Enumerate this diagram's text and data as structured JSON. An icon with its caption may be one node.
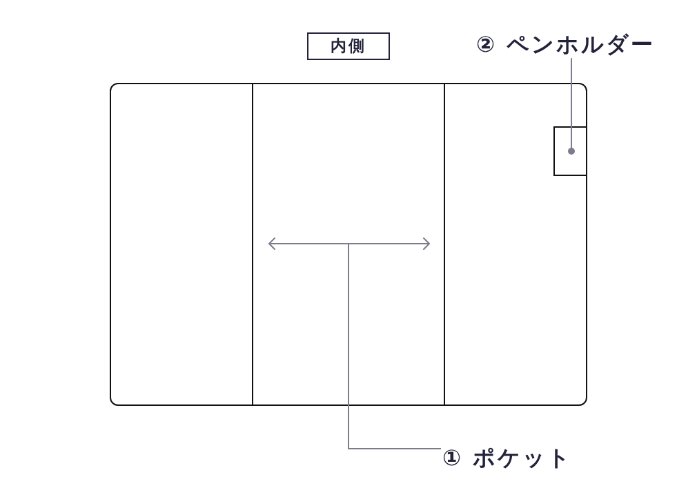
{
  "diagram": {
    "nodes": [
      {
        "text": [
          "内側"
        ]
      },
      {
        "text": [
          "② ペンホルダー"
        ]
      },
      {
        "text": [],
        "shape": "box"
      },
      {
        "text": [],
        "shape": "box",
        "in": 2
      },
      {
        "text": [],
        "shape": "arrow",
        "in": 2
      },
      {
        "text": [
          "① ポケット"
        ]
      }
    ],
    "edges": [
      {
        "from": 1,
        "to": 3,
        "arrow": "other"
      },
      {
        "from": 5,
        "to": 4,
        "arrow": "none"
      }
    ]
  }
}
